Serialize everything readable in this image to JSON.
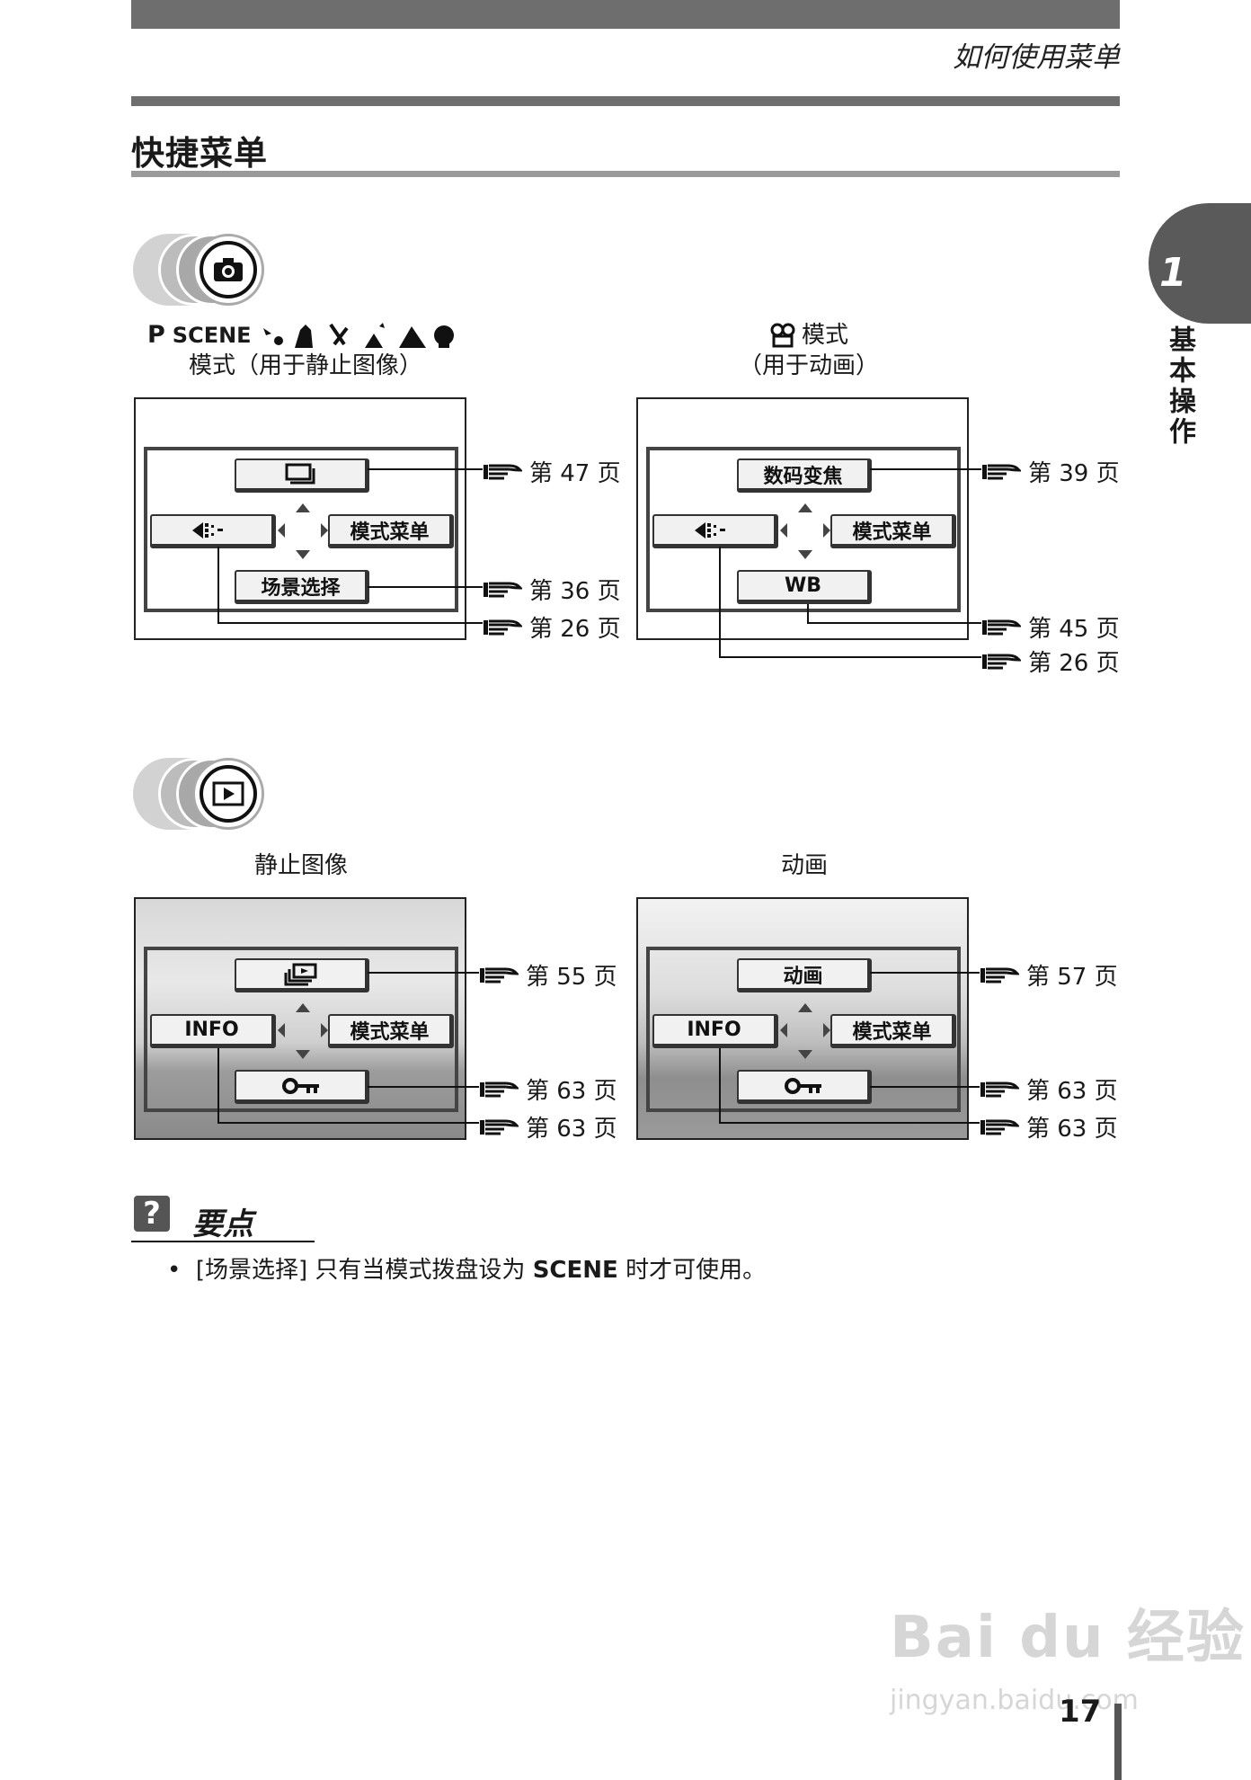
{
  "header": {
    "section": "如何使用菜单",
    "title": "快捷菜单"
  },
  "chapter": {
    "number": "1",
    "label": "基本操作"
  },
  "shooting": {
    "left_caption_line1_prefix": "P",
    "left_caption_line1_scene": "SCENE",
    "left_caption_line2": "模式（用于静止图像）",
    "right_caption_line1": "模式",
    "right_caption_line2": "（用于动画）",
    "left_panel": {
      "top": "",
      "right": "模式菜单",
      "bottom": "场景选择",
      "refs": [
        "第 47 页",
        "第 36 页",
        "第 26 页"
      ]
    },
    "right_panel": {
      "top": "数码变焦",
      "right": "模式菜单",
      "bottom": "WB",
      "refs": [
        "第 39 页",
        "第 45 页",
        "第 26 页"
      ]
    }
  },
  "playback": {
    "left_caption": "静止图像",
    "right_caption": "动画",
    "left_panel": {
      "left": "INFO",
      "right": "模式菜单",
      "refs": [
        "第 55 页",
        "第 63 页",
        "第 63 页"
      ]
    },
    "right_panel": {
      "top": "动画",
      "left": "INFO",
      "right": "模式菜单",
      "refs": [
        "第 57 页",
        "第 63 页",
        "第 63 页"
      ]
    }
  },
  "tip": {
    "icon": "?",
    "title": "要点",
    "bullet": "•",
    "text_prefix": "[场景选择] 只有当模式拨盘设为",
    "text_scene": "SCENE",
    "text_suffix": "时才可使用。"
  },
  "footer": {
    "page_number": "17"
  },
  "watermark": {
    "line1": "Bai du 经验",
    "line2": "jingyan.baidu.com"
  }
}
